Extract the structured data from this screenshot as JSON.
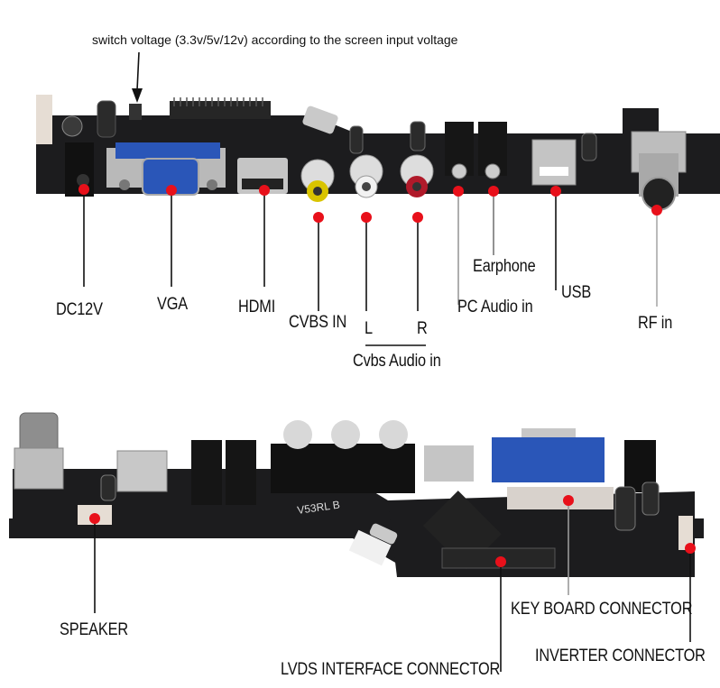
{
  "note": "switch voltage (3.3v/5v/12v) according to the screen input voltage",
  "colors": {
    "marker": "#e8101a",
    "line": "#111111",
    "pcb": "#1c1c1e",
    "vga_blue": "#2a56b8"
  },
  "top_board": {
    "callouts": [
      {
        "id": "dc12v",
        "label": "DC12V"
      },
      {
        "id": "vga",
        "label": "VGA"
      },
      {
        "id": "hdmi",
        "label": "HDMI"
      },
      {
        "id": "cvbs-in",
        "label": "CVBS IN"
      },
      {
        "id": "audio-l",
        "label": "L"
      },
      {
        "id": "audio-r",
        "label": "R"
      },
      {
        "id": "pc-audio-in",
        "label": "PC Audio in"
      },
      {
        "id": "earphone",
        "label": "Earphone"
      },
      {
        "id": "usb",
        "label": "USB"
      },
      {
        "id": "rf-in",
        "label": "RF in"
      }
    ],
    "group_label": "Cvbs Audio in"
  },
  "bottom_board": {
    "board_text": "V53RL B",
    "callouts": [
      {
        "id": "speaker",
        "label": "SPEAKER"
      },
      {
        "id": "lvds",
        "label": "LVDS INTERFACE CONNECTOR"
      },
      {
        "id": "keyboard",
        "label": "KEY BOARD CONNECTOR"
      },
      {
        "id": "inverter",
        "label": "INVERTER CONNECTOR"
      }
    ]
  }
}
